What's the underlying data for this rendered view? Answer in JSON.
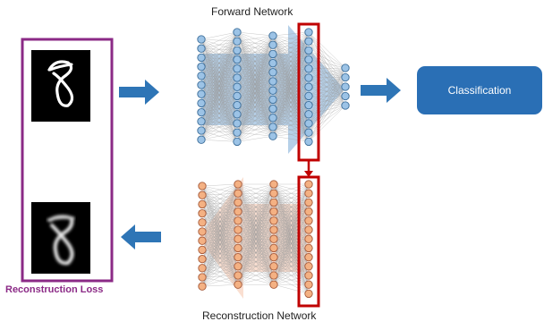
{
  "forward_network": {
    "title": "Forward Network",
    "fill_color": "#2f78be",
    "node_color": "#9cc3e6",
    "node_stroke": "#3c6e9a"
  },
  "reconstruction_network": {
    "title": "Reconstruction Network",
    "fill_color": "#f0a27a",
    "node_color": "#f4b183",
    "node_stroke": "#a65a3a"
  },
  "classification": {
    "label": "Classification",
    "color": "#2a6fb5"
  },
  "reconstruction_loss": {
    "label": "Reconstruction Loss",
    "color": "#8b2a86"
  },
  "highlight_color": "#c00000",
  "arrow_color": "#2e75b6",
  "digits": {
    "input": "digit-8-original",
    "reconstructed": "digit-8-reconstructed"
  }
}
